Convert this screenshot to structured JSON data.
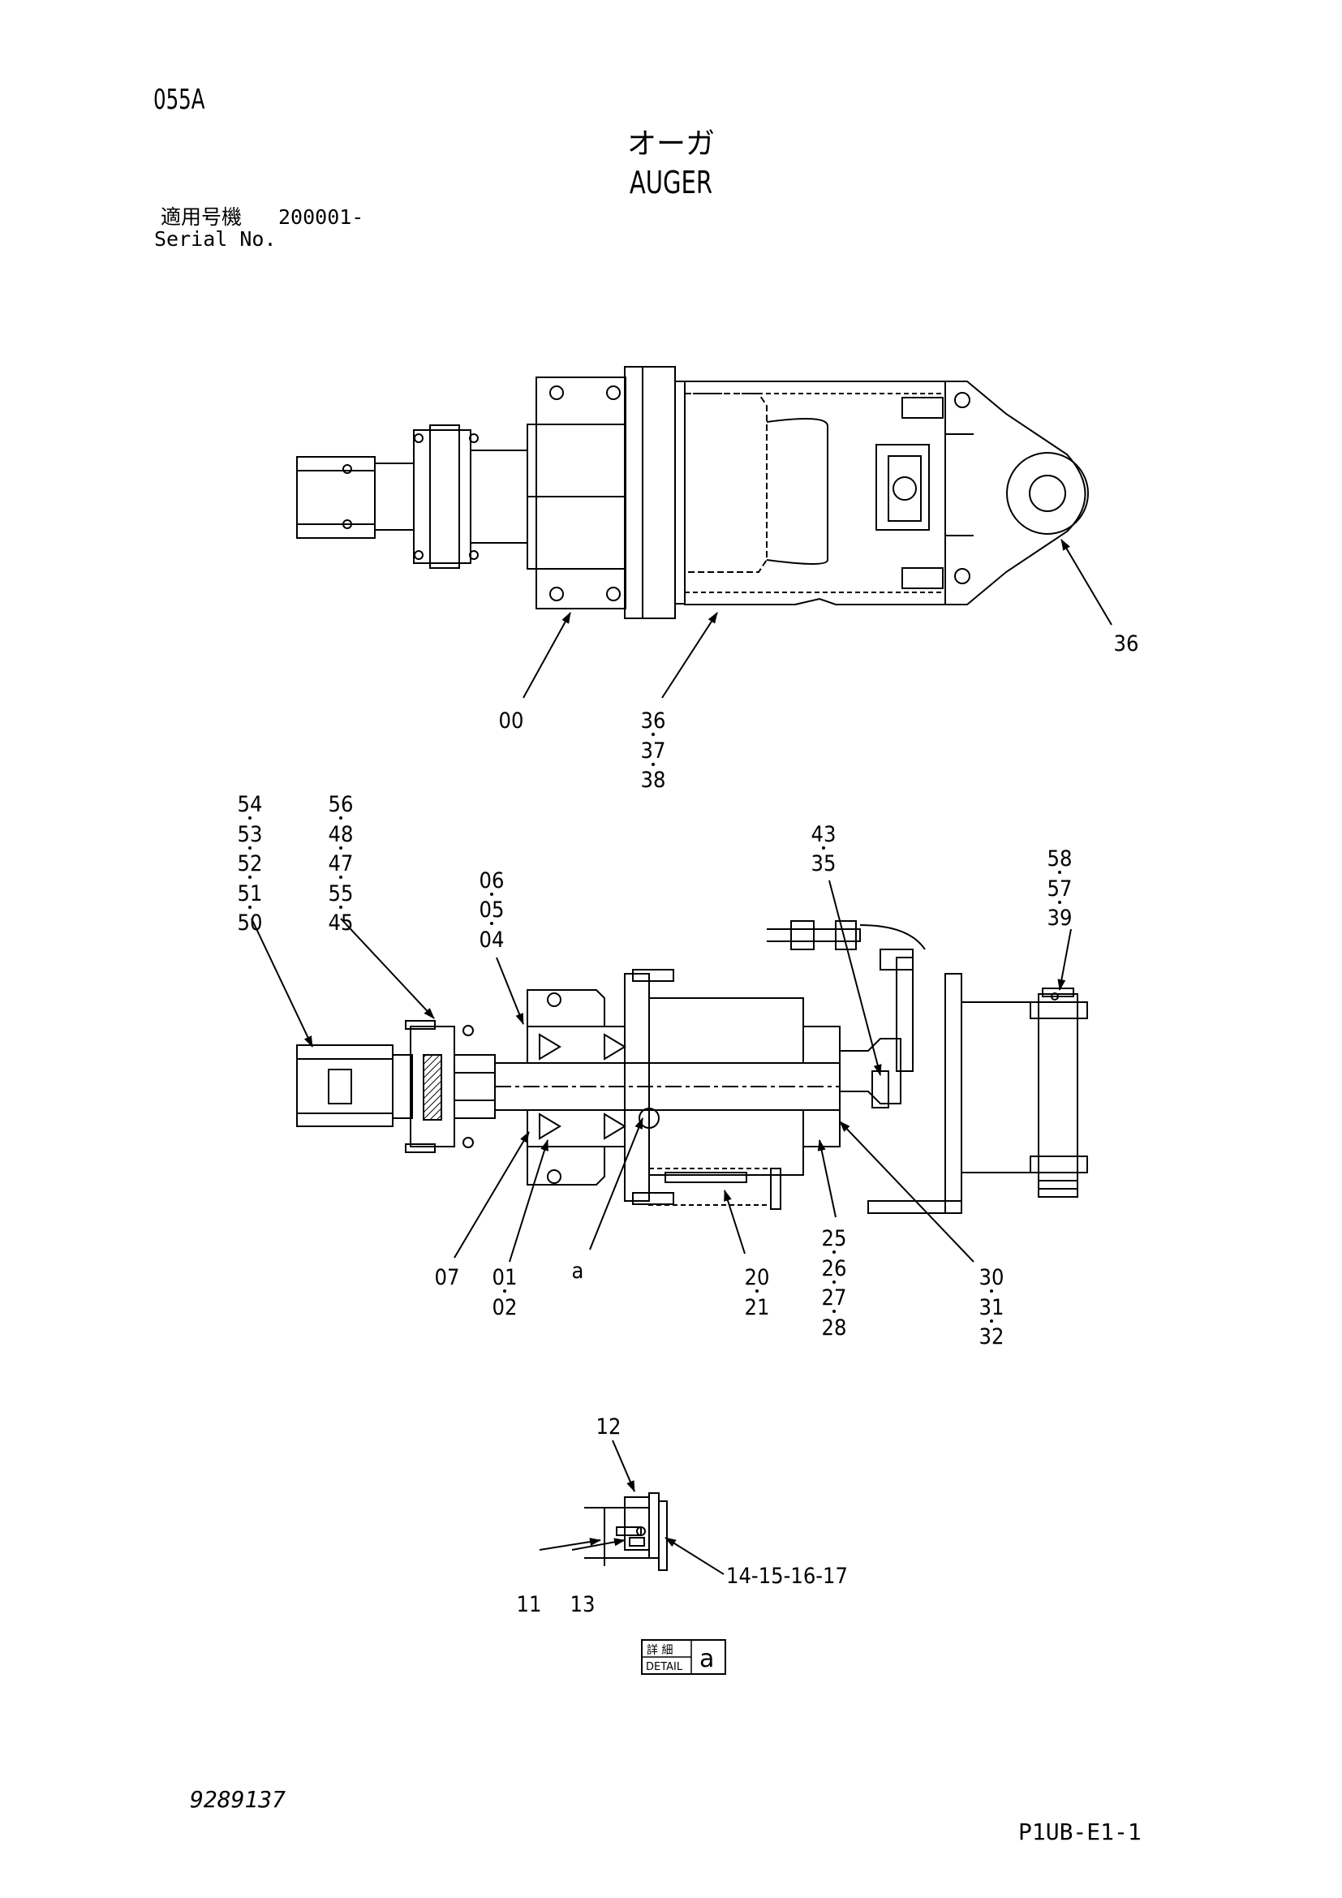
{
  "header": {
    "page_code": "055A",
    "title_jp": "オーガ",
    "title_en": "AUGER",
    "serial_label_jp": "適用号機",
    "serial_value": "200001-",
    "serial_label_en": "Serial No."
  },
  "footer": {
    "doc_number": "9289137",
    "sheet_code": "P1UB-E1-1"
  },
  "callouts": {
    "top_view": {
      "c00": "00",
      "c36_right": "36",
      "stack_36_37_38": [
        "36",
        "37",
        "38"
      ]
    },
    "section_view": {
      "stack_54": [
        "54",
        "53",
        "52",
        "51",
        "50"
      ],
      "stack_56": [
        "56",
        "48",
        "47",
        "55",
        "45"
      ],
      "stack_06": [
        "06",
        "05",
        "04"
      ],
      "stack_43": [
        "43",
        "35"
      ],
      "stack_58": [
        "58",
        "57",
        "39"
      ],
      "c07": "07",
      "stack_01": [
        "01",
        "02"
      ],
      "ca": "a",
      "stack_20": [
        "20",
        "21"
      ],
      "stack_25": [
        "25",
        "26",
        "27",
        "28"
      ],
      "stack_30": [
        "30",
        "31",
        "32"
      ]
    },
    "detail_view": {
      "c12": "12",
      "c11": "11",
      "c13": "13",
      "c14": "14-15-16-17",
      "detail_box_jp": "詳 細",
      "detail_box_en": "DETAIL",
      "detail_box_letter": "a"
    }
  }
}
